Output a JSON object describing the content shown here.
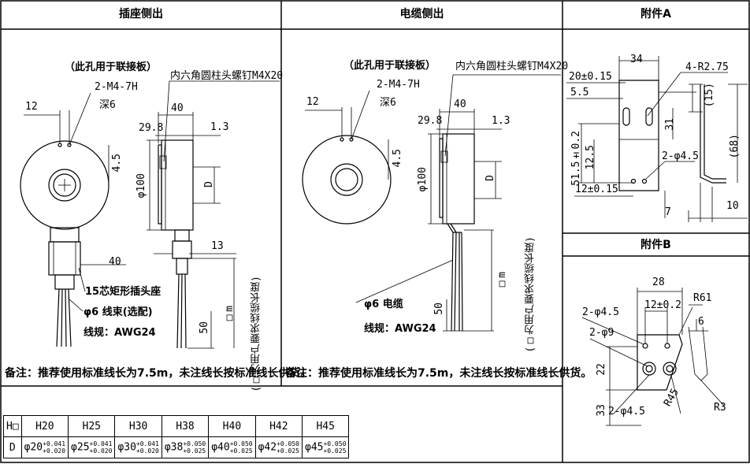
{
  "headers": {
    "socket_side": "插座侧出",
    "cable_side": "电缆侧出",
    "accessory_a": "附件A",
    "accessory_b": "附件B"
  },
  "socket_view": {
    "hole_note": "（此孔用于联接板）",
    "thread": "2-M4-7H",
    "depth": "深6",
    "screw": "内六角圆柱头螺钉M4X20",
    "dim_12": "12",
    "dim_40_top": "40",
    "dim_29_8": "29.8",
    "dim_1_3": "1.3",
    "dim_4_5": "4.5",
    "dim_phi100": "φ100",
    "dim_D": "D",
    "dim_13": "13",
    "dim_40_side": "40",
    "connector": "15芯矩形插头座",
    "wire_bundle": "φ6 线束(选配)",
    "wire_spec": "线规：AWG24",
    "dim_50": "50",
    "dim_m": "□m",
    "length_note": "(□为用户要求线缆长度)",
    "remark": "备注：推荐使用标准线长为7.5m，未注线长按标准线长供货。"
  },
  "cable_view": {
    "hole_note": "（此孔用于联接板）",
    "thread": "2-M4-7H",
    "depth": "深6",
    "screw": "内六角圆柱头螺钉M4X20",
    "dim_12": "12",
    "dim_40_top": "40",
    "dim_29_8": "29.8",
    "dim_1_3": "1.3",
    "dim_4_5": "4.5",
    "dim_phi100": "φ100",
    "dim_D": "D",
    "cable": "φ6 电缆",
    "wire_spec": "线规：AWG24",
    "dim_50": "50",
    "dim_m": "□m",
    "length_note": "(□为用户要求线缆长度)",
    "remark": "备注：推荐使用标准线长为7.5m，未注线长按标准线长供货。"
  },
  "accessory_a": {
    "dim_34": "34",
    "dim_20": "20±0.15",
    "dim_5_5": "5.5",
    "dim_r": "4-R2.75",
    "dim_15": "(15)",
    "dim_31": "31",
    "dim_51_5": "51.5±0.2",
    "dim_12_5": "12.5",
    "dim_2phi": "2-φ4.5",
    "dim_68": "(68)",
    "dim_12": "12±0.15",
    "dim_7": "7",
    "dim_10": "10"
  },
  "accessory_b": {
    "dim_28": "28",
    "dim_12": "12±0.2",
    "dim_r61": "R61",
    "dim_2phi_top": "2-φ4.5",
    "dim_2phi9": "2-φ9",
    "dim_6": "6",
    "dim_22": "22",
    "dim_r45": "R45",
    "dim_33": "33",
    "dim_2phi_bot": "2-φ4.5",
    "dim_r3": "R3"
  },
  "spec_table": {
    "row1_label": "H□",
    "row2_label": "D",
    "models": [
      "H20",
      "H25",
      "H30",
      "H38",
      "H40",
      "H42",
      "H45"
    ],
    "diameters": [
      {
        "base": "φ20",
        "upper": "+0.041",
        "lower": "+0.020"
      },
      {
        "base": "φ25",
        "upper": "+0.041",
        "lower": "+0.020"
      },
      {
        "base": "φ30",
        "upper": "+0.041",
        "lower": "+0.020"
      },
      {
        "base": "φ38",
        "upper": "+0.050",
        "lower": "+0.025"
      },
      {
        "base": "φ40",
        "upper": "+0.050",
        "lower": "+0.025"
      },
      {
        "base": "φ42",
        "upper": "+0.050",
        "lower": "+0.025"
      },
      {
        "base": "φ45",
        "upper": "+0.050",
        "lower": "+0.025"
      }
    ]
  }
}
